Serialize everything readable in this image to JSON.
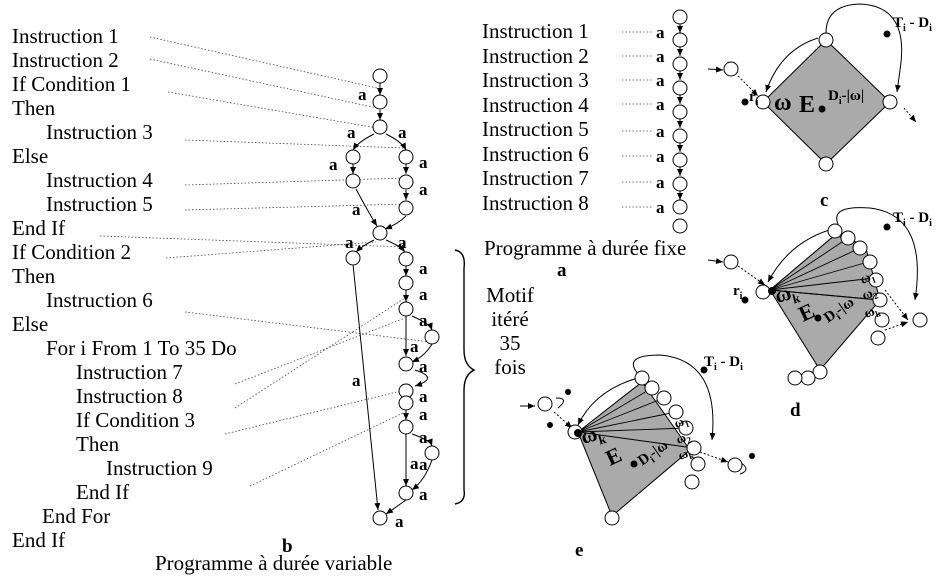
{
  "panel_b": {
    "code_lines": [
      "Instruction 1",
      "Instruction 2",
      "If Condition 1",
      "Then",
      "Instruction 3",
      "Else",
      "Instruction 4",
      "Instruction 5",
      "End If",
      "If Condition 2",
      "Then",
      "Instruction 6",
      "Else",
      "For i From 1 To 35 Do",
      "Instruction 7",
      "Instruction 8",
      "If Condition 3",
      "Then",
      "Instruction 9",
      "End If",
      "End For",
      "End If"
    ],
    "caption": "Programme à durée variable",
    "letter": "b",
    "node_label": "a",
    "brace_text": [
      "Motif",
      "itéré",
      "35",
      "fois"
    ]
  },
  "panel_a": {
    "code_lines": [
      "Instruction 1",
      "Instruction 2",
      "Instruction 3",
      "Instruction 4",
      "Instruction 5",
      "Instruction 6",
      "Instruction 7",
      "Instruction 8"
    ],
    "caption": "Programme à durée fixe",
    "letter": "a",
    "node_label": "a"
  },
  "panel_c": {
    "letter": "c",
    "label_T": "T",
    "label_T_sub": "i",
    "label_T_rest": " - D",
    "label_T_sub2": "i",
    "label_r": "r",
    "label_r_sub": "i",
    "label_omega": "ω",
    "label_E": "E",
    "label_D": "D",
    "label_D_sub": "i",
    "label_D_rest": "-|ω|"
  },
  "panel_d": {
    "letter": "d",
    "label_T": "T",
    "label_T_sub": "i",
    "label_T_rest": " - D",
    "label_T_sub2": "i",
    "label_r": "r",
    "label_r_sub": "i",
    "label_omega": "ω",
    "label_omega_sub": "k",
    "label_E": "E",
    "label_D": "D",
    "label_D_sub": "i",
    "label_D_rest": "-|ω",
    "label_omega1": "ω",
    "label_omega1_sub": "1",
    "label_omega2": "ω",
    "label_omega2_sub": "2",
    "label_omegak": "ω",
    "label_omegak_sub": "k"
  },
  "panel_e": {
    "letter": "e",
    "label_T": "T",
    "label_T_sub": "i",
    "label_T_rest": " - D",
    "label_T_sub2": "i",
    "label_omega": "ω",
    "label_omega_sub": "k",
    "label_E": "E",
    "label_D": "D",
    "label_D_sub": "i",
    "label_D_rest": "-|ω"
  }
}
